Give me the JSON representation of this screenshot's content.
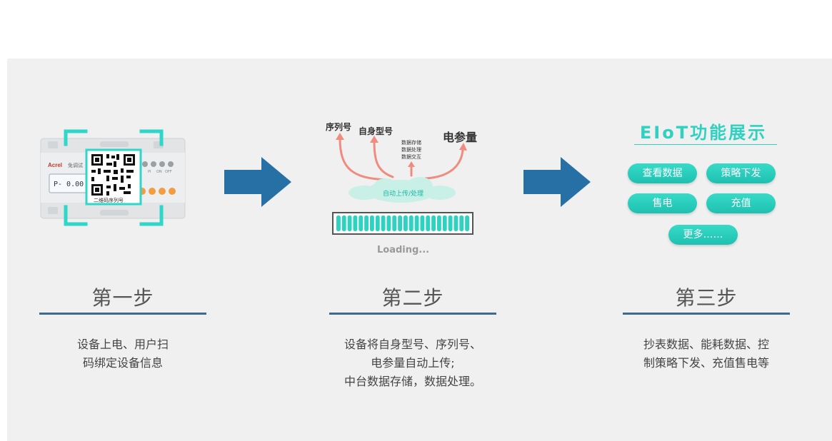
{
  "colors": {
    "panel_bg": "#f0f0f0",
    "accent_teal": "#2fd1c1",
    "arrow_blue": "#2770a6",
    "up_arrow": "#ef8b7f",
    "line_blue": "#3d6a8f"
  },
  "step1": {
    "title": "第一步",
    "desc_lines": [
      "设备上电、用户扫",
      "码绑定设备信息"
    ],
    "device": {
      "brand": "Acrel",
      "brand_tag": "免调试",
      "display_text": "P-  0.00",
      "qr_caption": "二维码序列号",
      "indicators": [
        "PI",
        "ON",
        "OFF"
      ]
    }
  },
  "step2": {
    "title": "第二步",
    "desc_lines": [
      "设备将自身型号、序列号、",
      "电参量自动上传;",
      "中台数据存储，数据处理。"
    ],
    "graphic": {
      "label_serial": "序列号",
      "label_model": "自身型号",
      "label_storage": "数据存储",
      "label_processing": "数据处理",
      "label_interaction": "数据交互",
      "label_power": "电参量",
      "cloud_text": "自动上传/处理",
      "loading_text": "Loading...",
      "bar_segments": 24
    }
  },
  "step3": {
    "title": "第三步",
    "desc_lines": [
      "抄表数据、能耗数据、控",
      "制策略下发、充值售电等"
    ],
    "graphic": {
      "heading": "EIoT功能展示",
      "buttons": [
        "查看数据",
        "策略下发",
        "售电",
        "充值",
        "更多……"
      ]
    }
  },
  "arrow_icon": "right-arrow-icon"
}
